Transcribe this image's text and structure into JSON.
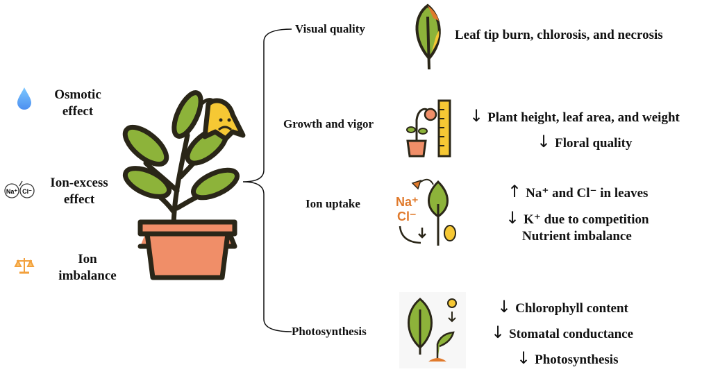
{
  "causes": [
    {
      "icon": "water-drop-icon",
      "line1": "Osmotic",
      "line2": "effect"
    },
    {
      "icon": "na-cl-ions-icon",
      "line1": "Ion-excess",
      "line2": "effect",
      "icon_text_na": "Na⁺",
      "icon_text_cl": "Cl⁻"
    },
    {
      "icon": "balance-scale-icon",
      "line1": "Ion",
      "line2": "imbalance"
    }
  ],
  "branches": [
    {
      "label": "Visual quality",
      "effects": [
        {
          "arrow": "",
          "text": "Leaf tip burn, chlorosis, and necrosis"
        }
      ]
    },
    {
      "label": "Growth and vigor",
      "effects": [
        {
          "arrow": "↓",
          "text": "Plant height, leaf area, and weight"
        },
        {
          "arrow": "↓",
          "text": "Floral quality"
        }
      ]
    },
    {
      "label": "Ion uptake",
      "icon_text_na": "Na⁺",
      "icon_text_cl": "Cl⁻",
      "effects": [
        {
          "arrow": "↑",
          "text": "Na⁺ and Cl⁻ in leaves"
        },
        {
          "arrow": "↓",
          "text": "K⁺ due to competition"
        },
        {
          "arrow": "",
          "text": "Nutrient imbalance"
        }
      ]
    },
    {
      "label": "Photosynthesis",
      "effects": [
        {
          "arrow": "↓",
          "text": "Chlorophyll content"
        },
        {
          "arrow": "↓",
          "text": "Stomatal conductance"
        },
        {
          "arrow": "↓",
          "text": "Photosynthesis"
        }
      ]
    }
  ],
  "colors": {
    "leaf": "#8db33a",
    "yellow": "#f6c834",
    "pot": "#f08e68",
    "outline": "#2a2618",
    "orange": "#e07a2c",
    "drop": "#5aa8f0"
  }
}
